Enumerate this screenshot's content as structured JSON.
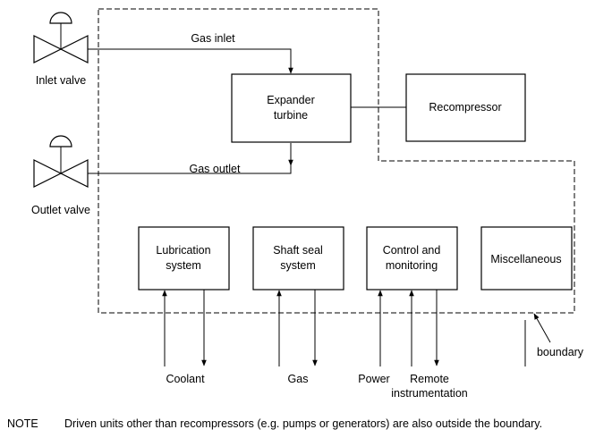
{
  "valves": {
    "inlet_label": "Inlet valve",
    "outlet_label": "Outlet valve"
  },
  "lines": {
    "gas_inlet": "Gas inlet",
    "gas_outlet": "Gas outlet"
  },
  "boxes": {
    "expander_line1": "Expander",
    "expander_line2": "turbine",
    "recompressor": "Recompressor",
    "lubrication_line1": "Lubrication",
    "lubrication_line2": "system",
    "shaft_seal_line1": "Shaft seal",
    "shaft_seal_line2": "system",
    "control_line1": "Control and",
    "control_line2": "monitoring",
    "misc": "Miscellaneous"
  },
  "bottom_labels": {
    "coolant": "Coolant",
    "gas": "Gas",
    "power": "Power",
    "remote_line1": "Remote",
    "remote_line2": "instrumentation",
    "boundary": "boundary"
  },
  "note": {
    "label": "NOTE",
    "text": "Driven units other than recompressors (e.g. pumps or generators) are also outside the boundary."
  }
}
